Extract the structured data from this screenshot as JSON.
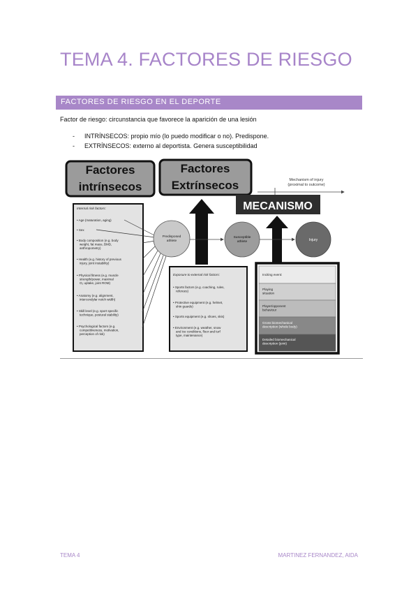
{
  "page": {
    "title": "TEMA 4. FACTORES DE RIESGO",
    "section_heading": "FACTORES DE RIESGO EN EL DEPORTE",
    "intro": "Factor de riesgo: circunstancia que favorece la aparición de una lesión",
    "bullets": [
      {
        "dash": "-",
        "text": "INTRÍNSECOS: propio mío (lo puedo modificar o no). Predispone."
      },
      {
        "dash": "-",
        "text": "EXTRÍNSECOS: externo al deportista. Genera susceptibilidad"
      }
    ],
    "footer": {
      "left": "TEMA 4",
      "right": "MARTINEZ FERNANDEZ, AIDA"
    }
  },
  "diagram": {
    "intrinsic_header": [
      "Factores",
      "intrínsecos"
    ],
    "extrinsic_header": [
      "Factores",
      "Extrínsecos"
    ],
    "mechanism_label": "MECANISMO",
    "mechanism_of_injury": [
      "Mechanism of injury",
      "(proximal to outcome)"
    ],
    "internal_title": "Internal risk factors:",
    "internal_factors": [
      [
        "• Age (maturation, aging)"
      ],
      [
        "• Sex"
      ],
      [
        "• Body composition (e.g. body",
        "weight, fat mass, BMD,",
        "anthropometry)"
      ],
      [
        "• Health (e.g. history of previous",
        "injury, joint instability)"
      ],
      [
        "• Physical fitness (e.g. muscle",
        "strength/power, maximal",
        "O₂ uptake, joint ROM)"
      ],
      [
        "• Anatomy (e.g. alignment,",
        "intercondylar notch width)"
      ],
      [
        "• Skill level (e.g. sport specific",
        "technique, postural stability)"
      ],
      [
        "• Psychological factors (e.g.",
        "competitiveness, motivation,",
        "perception of risk)"
      ]
    ],
    "predisposed": [
      "Predisposed",
      "athlete"
    ],
    "susceptible": [
      "Susceptible",
      "athlete"
    ],
    "injury": "Injury",
    "external_title": "Exposure to external risk factors:",
    "external_factors": [
      [
        "• Sports factors (e.g. coaching, rules,",
        "referees)"
      ],
      [
        "• Protective equipment (e.g. helmet,",
        "shin guards)"
      ],
      [
        "• Sports equipment (e.g. shoes, skis)"
      ],
      [
        "• Environment (e.g. weather, snow",
        "and ice conditions, floor and turf",
        "type, maintenance)"
      ]
    ],
    "inciting_rows": [
      [
        "Inciting event:"
      ],
      [
        "Playing",
        "situation"
      ],
      [
        "Player/opponent",
        "behaviour"
      ],
      [
        "Gross biomechanical",
        "description (whole body)"
      ],
      [
        "Detailed biomechanical",
        "description (joint)"
      ]
    ]
  }
}
